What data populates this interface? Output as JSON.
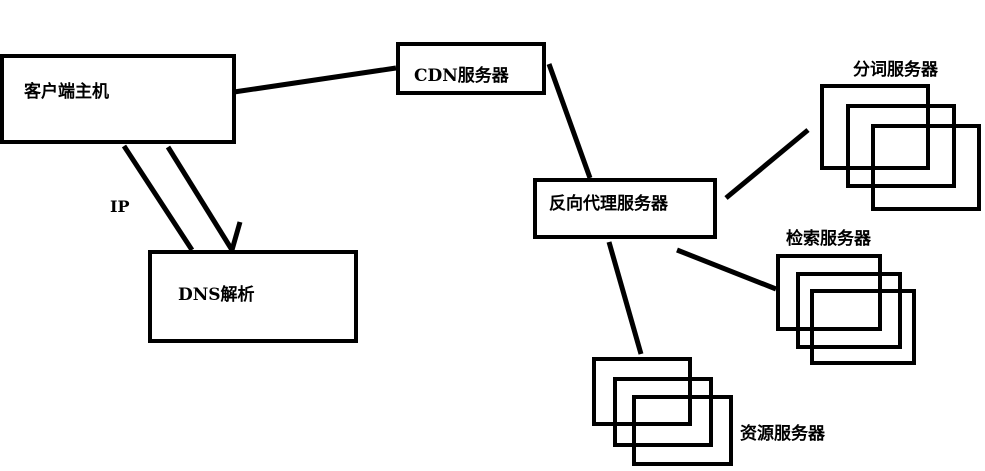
{
  "nodes": {
    "client": {
      "label": "客户端主机"
    },
    "dns": {
      "label": "DNS解析"
    },
    "cdn": {
      "label": "CDN服务器"
    },
    "reverse_proxy": {
      "label": "反向代理服务器"
    },
    "segmentation": {
      "label": "分词服务器"
    },
    "search": {
      "label": "检索服务器"
    },
    "resource": {
      "label": "资源服务器"
    }
  },
  "edges": {
    "dns_to_client_label": "IP"
  },
  "colors": {
    "stroke": "#000000",
    "background": "#ffffff"
  }
}
